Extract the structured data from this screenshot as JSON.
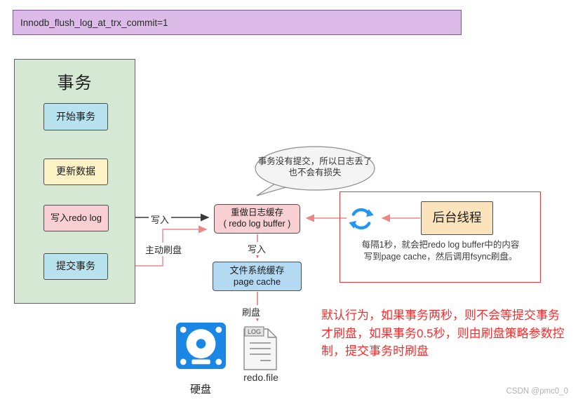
{
  "banner": {
    "text": "Innodb_flush_log_at_trx_commit=1"
  },
  "transaction_panel": {
    "title": "事务",
    "steps": [
      {
        "label": "开始事务",
        "color": "blue"
      },
      {
        "label": "更新数据",
        "color": "yellow"
      },
      {
        "label": "写入redo log",
        "color": "pink"
      },
      {
        "label": "提交事务",
        "color": "blue"
      }
    ]
  },
  "edges": {
    "write_to_buffer_label": "写入",
    "manual_flush_label": "主动刷盘",
    "buffer_to_cache_label": "写入",
    "cache_to_disk_label": "刷盘"
  },
  "speech_bubble": {
    "lines": [
      "事务没有提交，所以日志丢了",
      "也不会有损失"
    ]
  },
  "redo_log_buffer": {
    "line1": "重做日志缓存",
    "line2": "( redo log buffer )"
  },
  "page_cache": {
    "line1": "文件系统缓存",
    "line2": "page cache"
  },
  "background_thread_panel": {
    "box_label": "后台线程",
    "icon": "sync-icon",
    "caption_lines": [
      "每隔1秒，就会把redo log buffer中的内容",
      "写到page cache，然后调用fsync刷盘。"
    ]
  },
  "disk": {
    "label": "硬盘",
    "icon": "hard-disk-icon"
  },
  "redo_file": {
    "label": "redo.file",
    "badge": "LOG",
    "icon": "log-file-icon"
  },
  "note": {
    "lines": [
      "默认行为，如果事务两秒，则不会等提交事务",
      "才刷盘，如果事务0.5秒，则由刷盘策略参数控",
      "制，提交事务时刷盘"
    ]
  },
  "watermark": {
    "text": "CSDN @pmc0_0"
  },
  "colors": {
    "banner_fill": "#dcbbe8",
    "transaction_panel_fill": "#d5e8d4",
    "step_blue": "#b9e2ef",
    "step_yellow": "#fdf2c5",
    "step_pink": "#f8d0d3",
    "page_cache_blue": "#b4d9f2",
    "thread_orange": "#fbe4bc",
    "highlight_box_red": "#e23b3b",
    "note_text_red": "#fd2b2b",
    "icon_blue": "#1e88e5",
    "arrow_pink": "#ef8585",
    "arrow_black": "#3a3a3a"
  }
}
